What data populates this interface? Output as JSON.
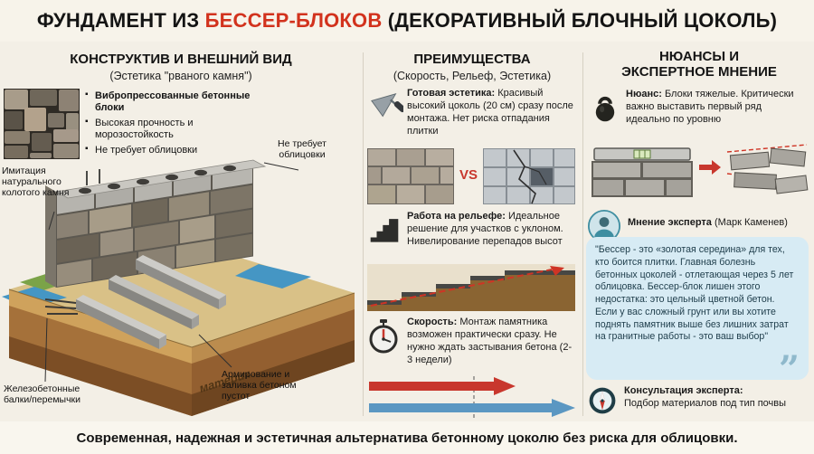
{
  "page": {
    "title_black1": "ФУНДАМЕНТ ИЗ ",
    "title_red": "БЕССЕР-БЛОКОВ",
    "title_black2": " (ДЕКОРАТИВНЫЙ БЛОЧНЫЙ ЦОКОЛЬ)",
    "footer": "Современная, надежная и эстетичная альтернатива бетонному цоколю без риска для облицовки."
  },
  "colors": {
    "background": "#f3efe6",
    "accent_red": "#c8372d",
    "title_red": "#d2321d",
    "bubble_blue": "#d7ebf4",
    "teal": "#3e8ea1"
  },
  "left": {
    "title": "КОНСТРУКТИВ И ВНЕШНИЙ ВИД",
    "subtitle": "(Эстетика \"рваного камня\")",
    "feature_title": "Вибропрессованные бетонные блоки",
    "bullets": [
      "Высокая прочность и морозостойкость",
      "Не требует облицовки"
    ],
    "labels": {
      "imitation": "Имитация натурального колотого камня",
      "no_cladding": "Не требует облицовки",
      "beams": "Железобетонные балки/перемычки",
      "reinforce": "Армирование и заливка бетоном пустот",
      "bedrock": "материк"
    }
  },
  "middle": {
    "title": "ПРЕИМУЩЕСТВА",
    "subtitle": "(Скорость, Рельеф, Эстетика)",
    "vs_label": "VS",
    "items": [
      {
        "heading": "Готовая эстетика:",
        "text": "Красивый высокий цоколь (20 см) сразу после монтажа. Нет риска отпадания плитки"
      },
      {
        "heading": "Работа на рельефе:",
        "text": "Идеальное решение для участков с уклоном. Нивелирование перепадов высот"
      },
      {
        "heading": "Скорость:",
        "text": "Монтаж памятника возможен практически сразу. Не нужно ждать застывания бетона (2-3 недели)"
      }
    ]
  },
  "right": {
    "title_line1": "НЮАНСЫ И",
    "title_line2": "ЭКСПЕРТНОЕ МНЕНИЕ",
    "nuance_heading": "Нюанс:",
    "nuance_text": "Блоки тяжелые. Критически важно выставить первый ряд идеально по уровню",
    "expert_heading": "Мнение эксперта",
    "expert_name": "(Марк Каменев)",
    "quote": "\"Бессер - это «золотая середина» для тех, кто боится плитки. Главная болезнь бетонных цоколей - отлетающая через 5 лет облицовка. Бессер-блок лишен этого недостатка: это цельный цветной бетон. Если у вас сложный грунт или вы хотите поднять памятник выше без лишних затрат на гранитные работы - это ваш выбор\"",
    "quote_mark": "”",
    "consult_heading": "Консультация эксперта:",
    "consult_text": "Подбор материалов под тип почвы"
  },
  "icon_names": [
    "stone-texture-photo",
    "trowel-icon",
    "stairs-icon",
    "stopwatch-icon",
    "kettlebell-icon",
    "expert-avatar-icon",
    "compass-icon",
    "quote-mark",
    "level-tool",
    "vs-arrows"
  ]
}
